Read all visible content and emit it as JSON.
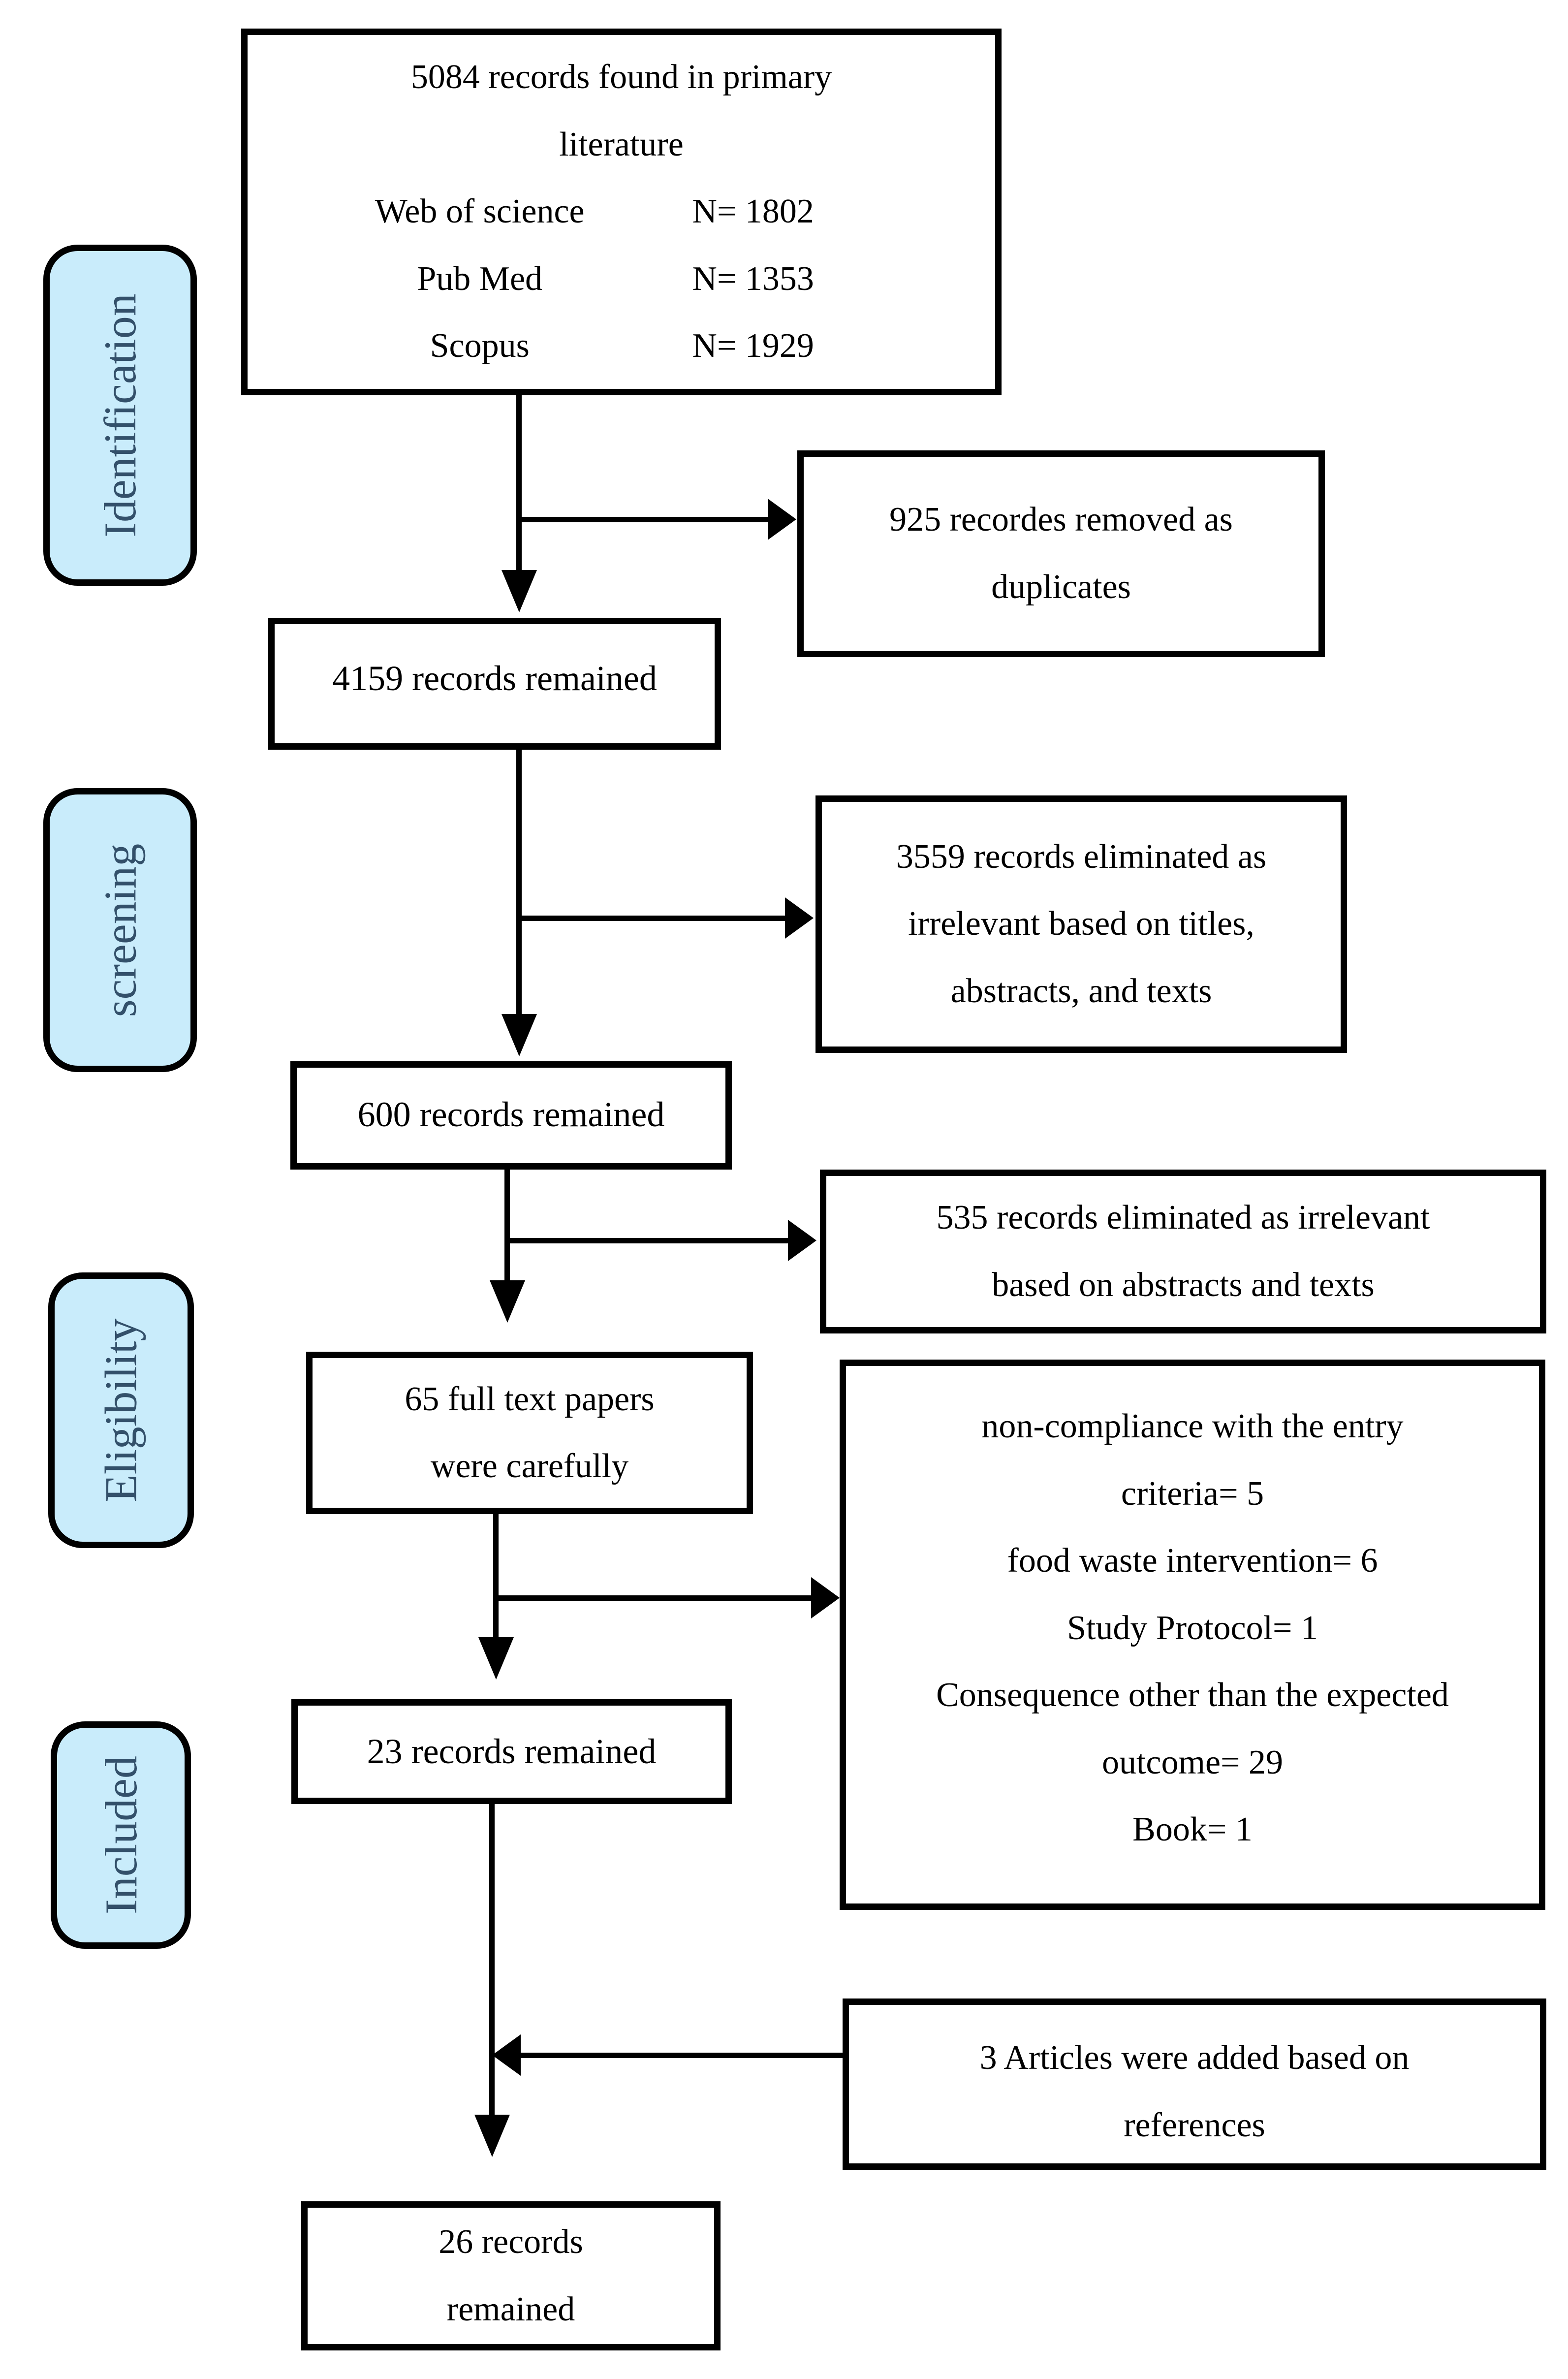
{
  "figure": {
    "kind": "prisma-flow-diagram"
  },
  "colors": {
    "stage_fill": "#c9ecfb",
    "stage_text": "#33506a",
    "box_border": "#000000",
    "box_fill": "#ffffff",
    "arrow": "#000000"
  },
  "stages": [
    {
      "label": "Identification"
    },
    {
      "label": "screening"
    },
    {
      "label": "Eligibility"
    },
    {
      "label": "Included"
    }
  ],
  "boxes": {
    "found": {
      "title_line1": "5084 records found in primary",
      "title_line2": "literature",
      "sources": [
        {
          "name": "Web of science",
          "count": "N= 1802"
        },
        {
          "name": "Pub Med",
          "count": "N= 1353"
        },
        {
          "name": "Scopus",
          "count": "N= 1929"
        }
      ]
    },
    "duplicates": {
      "lines": [
        "925 recordes removed as",
        "duplicates"
      ]
    },
    "remained_4159": {
      "lines": [
        "4159 records remained"
      ]
    },
    "eliminated_3559": {
      "lines": [
        "3559 records eliminated as",
        "irrelevant based on titles,",
        "abstracts, and texts"
      ]
    },
    "remained_600": {
      "lines": [
        "600 records remained"
      ]
    },
    "eliminated_535": {
      "lines": [
        "535 records eliminated as irrelevant",
        "based on abstracts and texts"
      ]
    },
    "fulltext_65": {
      "lines": [
        "65 full text papers",
        "were carefully"
      ]
    },
    "exclusions": {
      "lines": [
        "non-compliance with the entry",
        "criteria= 5",
        "food waste intervention= 6",
        "Study Protocol= 1",
        "Consequence other than the expected",
        "outcome= 29",
        "Book= 1"
      ]
    },
    "remained_23": {
      "lines": [
        "23 records remained"
      ]
    },
    "added_3": {
      "lines": [
        "3 Articles were added based on",
        "references"
      ]
    },
    "remained_26": {
      "lines": [
        "26 records",
        "remained"
      ]
    }
  }
}
